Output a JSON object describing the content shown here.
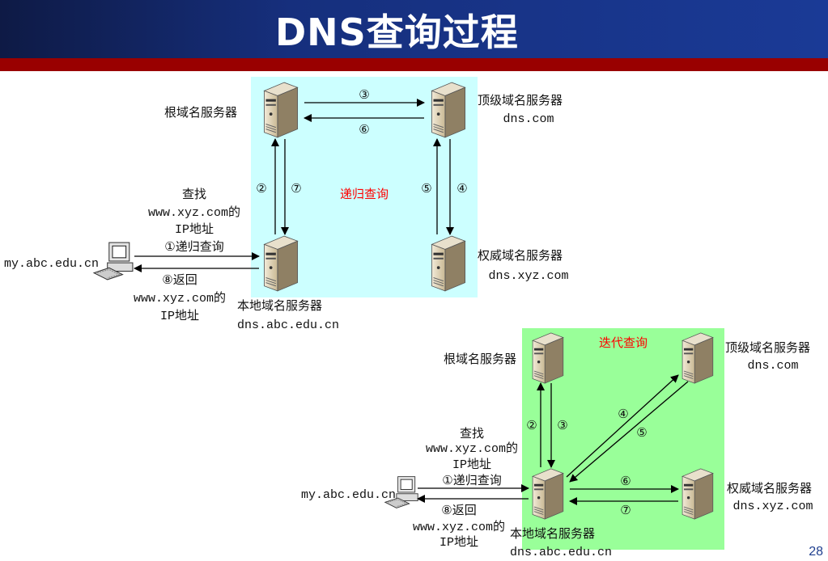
{
  "header": {
    "title": "DNS查询过程"
  },
  "page_number": "28",
  "colors": {
    "header": "#162f7d",
    "bar": "#990000",
    "recursive_panel": "#ccffff",
    "iterative_panel": "#99ff99",
    "accent_text": "#ff0000"
  },
  "recursive": {
    "title": "递归查询",
    "root": {
      "label": "根域名服务器"
    },
    "tld": {
      "label": "顶级域名服务器",
      "host": "dns.com"
    },
    "auth": {
      "label": "权威域名服务器",
      "host": "dns.xyz.com"
    },
    "local": {
      "label": "本地域名服务器",
      "host": "dns.abc.edu.cn"
    },
    "client": {
      "host": "my.abc.edu.cn"
    },
    "query_text": [
      "查找",
      "www.xyz.com的",
      "IP地址",
      "①递归查询"
    ],
    "reply_text": [
      "⑧返回",
      "www.xyz.com的",
      "IP地址"
    ],
    "steps": {
      "s2": "②",
      "s3": "③",
      "s4": "④",
      "s5": "⑤",
      "s6": "⑥",
      "s7": "⑦"
    }
  },
  "iterative": {
    "title": "迭代查询",
    "root": {
      "label": "根域名服务器"
    },
    "tld": {
      "label": "顶级域名服务器",
      "host": "dns.com"
    },
    "auth": {
      "label": "权威域名服务器",
      "host": "dns.xyz.com"
    },
    "local": {
      "label": "本地域名服务器",
      "host": "dns.abc.edu.cn"
    },
    "client": {
      "host": "my.abc.edu.cn"
    },
    "query_text": [
      "查找",
      "www.xyz.com的",
      "IP地址",
      "①递归查询"
    ],
    "reply_text": [
      "⑧返回",
      "www.xyz.com的",
      "IP地址"
    ],
    "steps": {
      "s2": "②",
      "s3": "③",
      "s4": "④",
      "s5": "⑤",
      "s6": "⑥",
      "s7": "⑦"
    }
  }
}
